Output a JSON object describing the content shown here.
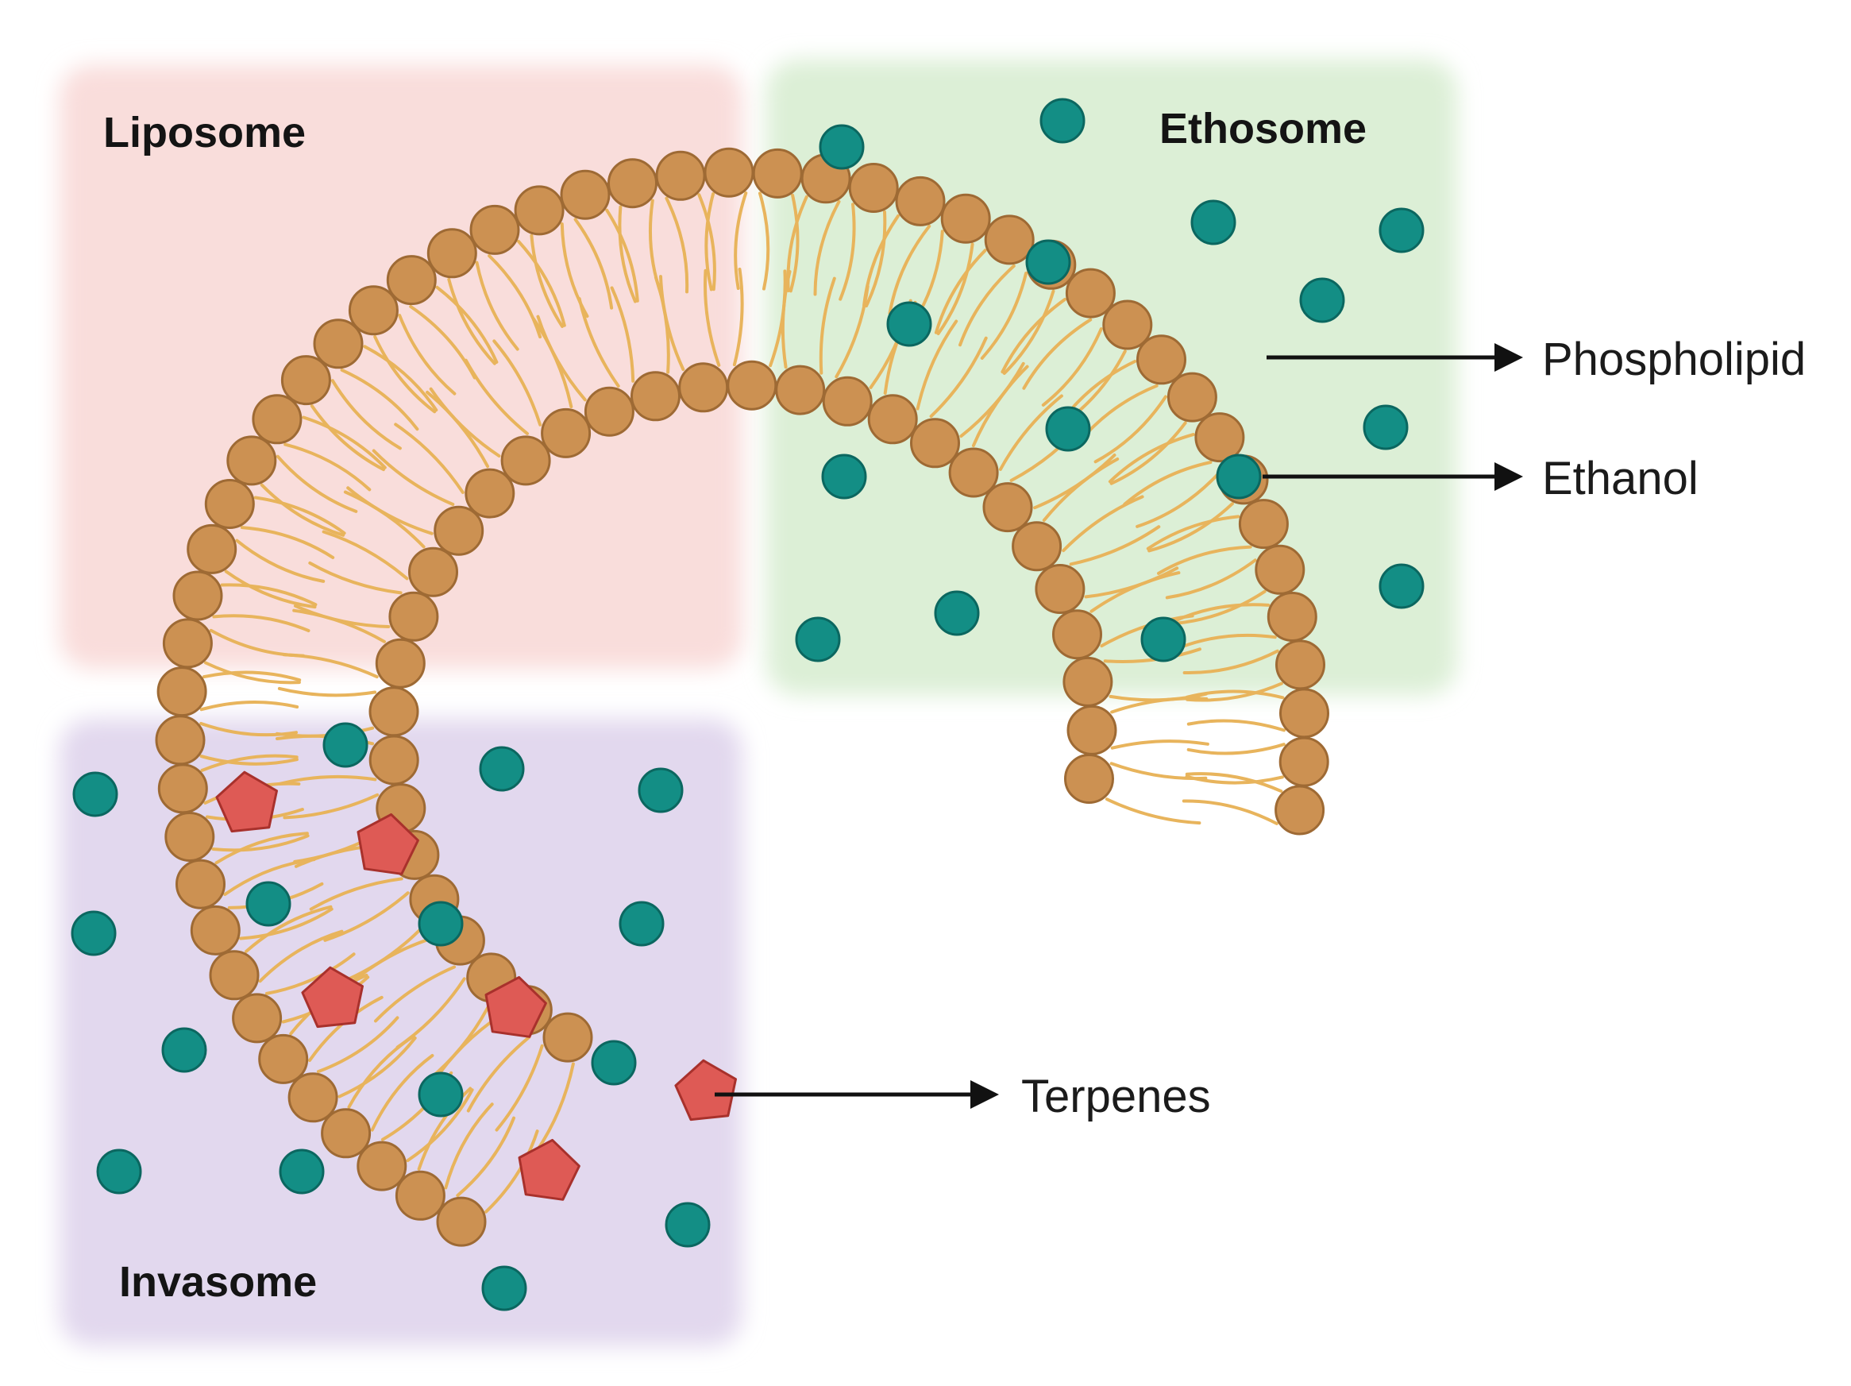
{
  "regions": {
    "liposome": {
      "label": "Liposome",
      "color": "#f9dddb"
    },
    "ethosome": {
      "label": "Ethosome",
      "color": "#dcefd6"
    },
    "invasome": {
      "label": "Invasome",
      "color": "#e2d8ee"
    }
  },
  "callouts": {
    "phospholipid": {
      "label": "Phospholipid"
    },
    "ethanol": {
      "label": "Ethanol"
    },
    "terpenes": {
      "label": "Terpenes"
    }
  },
  "colors": {
    "lipid_head": "#cc9152",
    "lipid_head_edge": "#9e6a34",
    "lipid_tail": "#e8b45c",
    "ethanol": "#138e85",
    "ethanol_edge": "#0b6760",
    "terpene": "#de5a55",
    "terpene_edge": "#a8312c",
    "arrow": "#111111"
  },
  "legend_items": [
    {
      "name": "phospholipid",
      "icon": "circle-head-with-tails"
    },
    {
      "name": "ethanol",
      "icon": "teal-dot"
    },
    {
      "name": "terpenes",
      "icon": "red-pentagon"
    }
  ]
}
